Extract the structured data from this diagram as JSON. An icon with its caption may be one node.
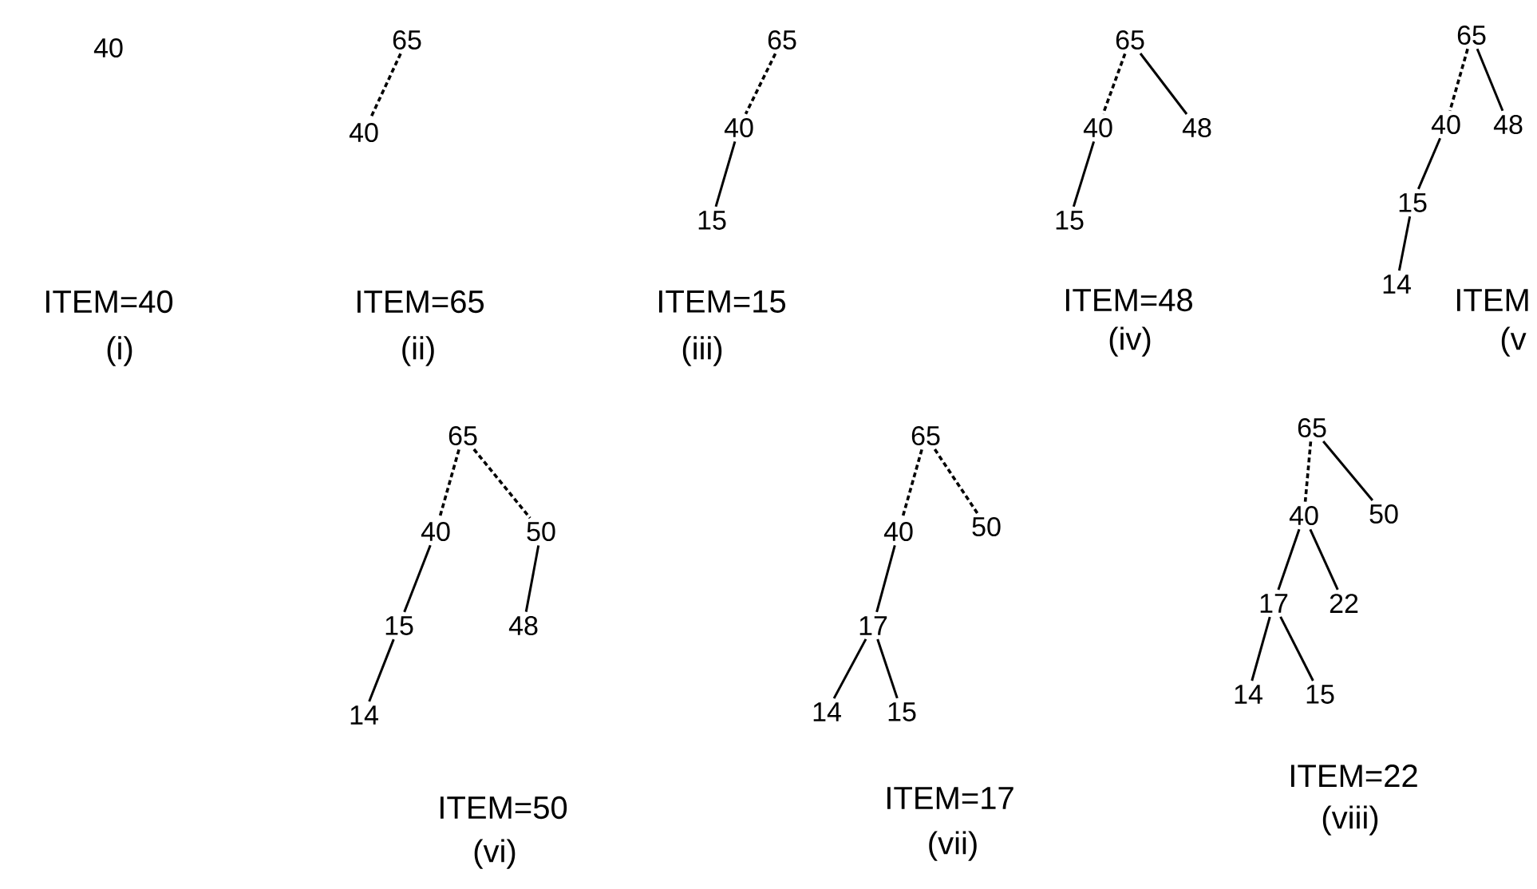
{
  "diagram": {
    "nodes": [
      {
        "text": [
          "40"
        ]
      },
      {
        "text": [
          "65"
        ]
      },
      {
        "text": [
          "40"
        ]
      },
      {
        "text": [
          "65"
        ]
      },
      {
        "text": [
          "40"
        ]
      },
      {
        "text": [
          "15"
        ]
      },
      {
        "text": [
          "65"
        ]
      },
      {
        "text": [
          "40"
        ]
      },
      {
        "text": [
          "48"
        ]
      },
      {
        "text": [
          "15"
        ]
      },
      {
        "text": [
          "65"
        ]
      },
      {
        "text": [
          "40"
        ]
      },
      {
        "text": [
          "48"
        ]
      },
      {
        "text": [
          "15"
        ]
      },
      {
        "text": [
          "14"
        ]
      },
      {
        "text": [
          "65"
        ]
      },
      {
        "text": [
          "40"
        ]
      },
      {
        "text": [
          "50"
        ]
      },
      {
        "text": [
          "15"
        ]
      },
      {
        "text": [
          "48"
        ]
      },
      {
        "text": [
          "14"
        ]
      },
      {
        "text": [
          "65"
        ]
      },
      {
        "text": [
          "40"
        ]
      },
      {
        "text": [
          "50"
        ]
      },
      {
        "text": [
          "17"
        ]
      },
      {
        "text": [
          "14"
        ]
      },
      {
        "text": [
          "15"
        ]
      },
      {
        "text": [
          "65"
        ]
      },
      {
        "text": [
          "40"
        ]
      },
      {
        "text": [
          "50"
        ]
      },
      {
        "text": [
          "17"
        ]
      },
      {
        "text": [
          "22"
        ]
      },
      {
        "text": [
          "14"
        ]
      },
      {
        "text": [
          "15"
        ]
      }
    ],
    "edges": [
      {
        "from": 1,
        "to": 2,
        "arrow": "none",
        "style": "dashed"
      },
      {
        "from": 3,
        "to": 4,
        "arrow": "none",
        "style": "dashed"
      },
      {
        "from": 4,
        "to": 5,
        "arrow": "none"
      },
      {
        "from": 6,
        "to": 7,
        "arrow": "none",
        "style": "dashed"
      },
      {
        "from": 6,
        "to": 8,
        "arrow": "none"
      },
      {
        "from": 7,
        "to": 9,
        "arrow": "none"
      },
      {
        "from": 10,
        "to": 11,
        "arrow": "none",
        "style": "dashed"
      },
      {
        "from": 10,
        "to": 12,
        "arrow": "none"
      },
      {
        "from": 11,
        "to": 13,
        "arrow": "none"
      },
      {
        "from": 13,
        "to": 14,
        "arrow": "none"
      },
      {
        "from": 15,
        "to": 16,
        "arrow": "none",
        "style": "dashed"
      },
      {
        "from": 15,
        "to": 17,
        "arrow": "none",
        "style": "dashed"
      },
      {
        "from": 16,
        "to": 18,
        "arrow": "none"
      },
      {
        "from": 17,
        "to": 19,
        "arrow": "none"
      },
      {
        "from": 18,
        "to": 20,
        "arrow": "none"
      },
      {
        "from": 21,
        "to": 22,
        "arrow": "none",
        "style": "dashed"
      },
      {
        "from": 21,
        "to": 23,
        "arrow": "none",
        "style": "dashed"
      },
      {
        "from": 22,
        "to": 24,
        "arrow": "none"
      },
      {
        "from": 24,
        "to": 25,
        "arrow": "none"
      },
      {
        "from": 24,
        "to": 26,
        "arrow": "none"
      },
      {
        "from": 27,
        "to": 28,
        "arrow": "none",
        "style": "dashed"
      },
      {
        "from": 27,
        "to": 29,
        "arrow": "none"
      },
      {
        "from": 28,
        "to": 30,
        "arrow": "none"
      },
      {
        "from": 28,
        "to": 31,
        "arrow": "none"
      },
      {
        "from": 30,
        "to": 32,
        "arrow": "none"
      },
      {
        "from": 30,
        "to": 33,
        "arrow": "none"
      }
    ],
    "labels": [
      "ITEM=40",
      "(i)",
      "ITEM=65",
      "(ii)",
      "ITEM=15",
      "(iii)",
      "ITEM=48",
      "(iv)",
      "ITEM",
      "(v",
      "ITEM=50",
      "(vi)",
      "ITEM=17",
      "(vii)",
      "ITEM=22",
      "(viii)"
    ]
  }
}
